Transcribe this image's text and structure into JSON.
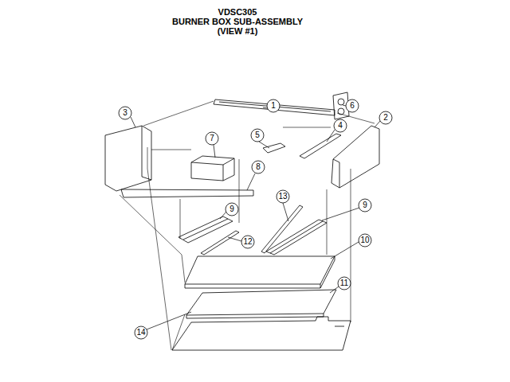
{
  "diagram": {
    "title": "BURNER BOX SUB-ASSEMBLY",
    "labels": [
      "VDSC305",
      "(VIEW #1)",
      "1",
      "6",
      "3",
      "2",
      "4",
      "5",
      "7",
      "8",
      "9",
      "9",
      "12",
      "13",
      "10",
      "11",
      "14"
    ]
  }
}
